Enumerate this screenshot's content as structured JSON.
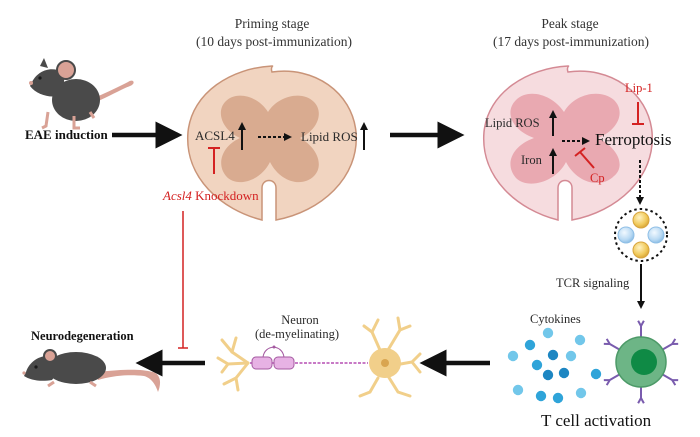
{
  "priming": {
    "title": "Priming stage",
    "subtitle": "(10 days post-immunization)",
    "acsl4": "ACSL4",
    "lipid_ros": "Lipid ROS"
  },
  "peak": {
    "title": "Peak stage",
    "subtitle": "(17 days post-immunization)",
    "lipid_ros": "Lipid ROS",
    "iron": "Iron",
    "ferroptosis": "Ferroptosis",
    "lip1": "Lip-1",
    "cp": "Cp"
  },
  "eae_induction": "EAE induction",
  "knockdown": {
    "gene": "Acsl4",
    "label": "Knockdown"
  },
  "tcr_signaling": "TCR signaling",
  "cytokines": "Cytokines",
  "t_cell_activation": "T cell activation",
  "neuron": {
    "title": "Neuron",
    "subtitle": "(de-myelinating)"
  },
  "neurodegeneration": "Neurodegeneration",
  "colors": {
    "inhibition": "#d42222",
    "priming_outer": "#f1d4c0",
    "priming_inner": "#d9ab90",
    "priming_edge": "#c99478",
    "peak_outer": "#f6dcdf",
    "peak_inner": "#e9a9b1",
    "peak_edge": "#d48a94",
    "mouse": "#4a4a4a",
    "mouse_pink": "#d9a296",
    "neuron": "#f1cf8a",
    "myelin": "#d79ad5",
    "tcell_outer": "#6db586",
    "tcell_inner": "#0f8a45",
    "receptor": "#7a5cae",
    "cytokine_light": "#72c7ea",
    "cytokine_dark": "#1d86c2"
  }
}
